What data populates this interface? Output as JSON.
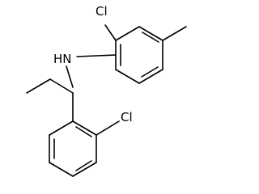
{
  "molecule": {
    "atoms": {
      "cl_top": "Cl",
      "nh": "HN",
      "cl_bottom": "Cl"
    }
  }
}
